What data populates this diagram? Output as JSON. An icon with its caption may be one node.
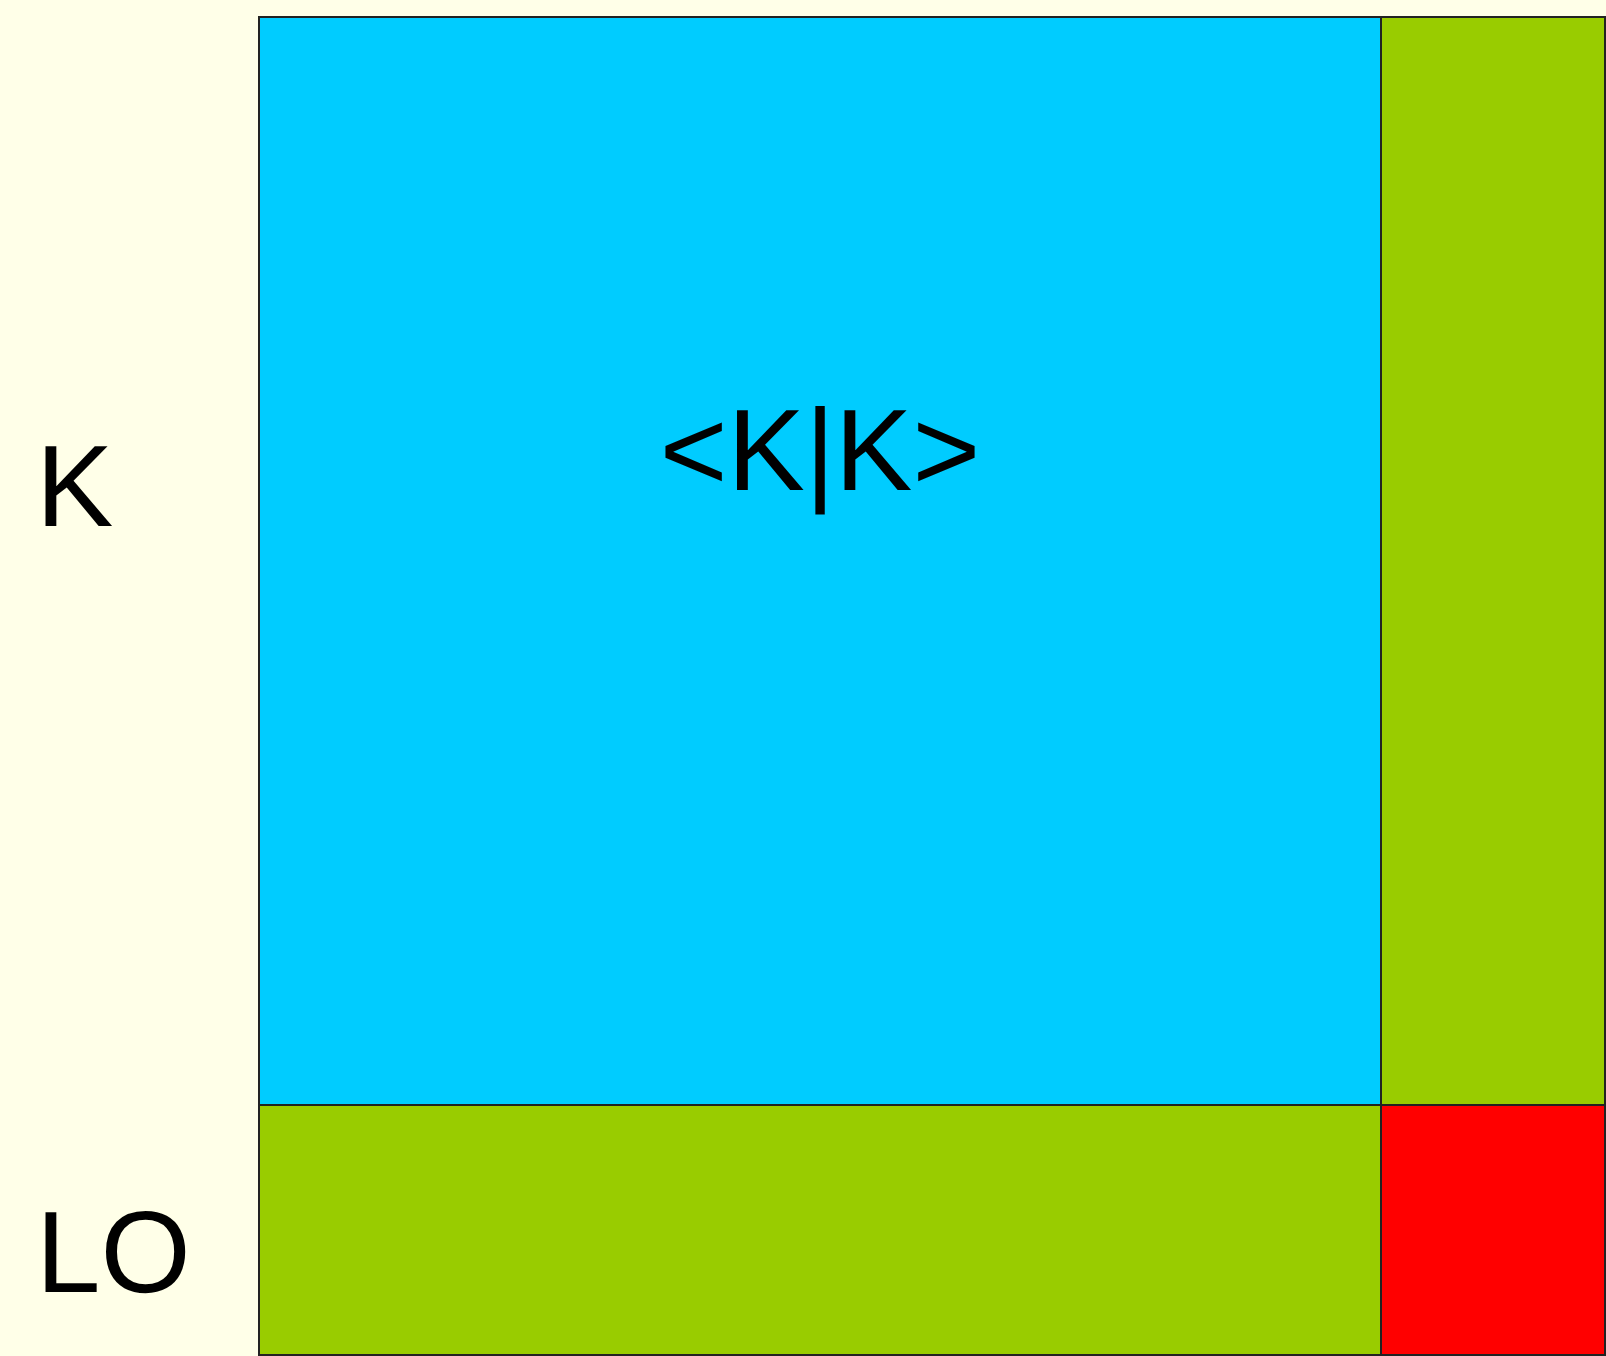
{
  "diagram": {
    "nodes": [
      {
        "text": [
          "<K|K>"
        ]
      },
      {
        "text": [],
        "shape": "box"
      },
      {
        "text": [],
        "shape": "box"
      },
      {
        "text": [],
        "shape": "box"
      }
    ],
    "labels": [
      "K",
      "LO"
    ]
  }
}
